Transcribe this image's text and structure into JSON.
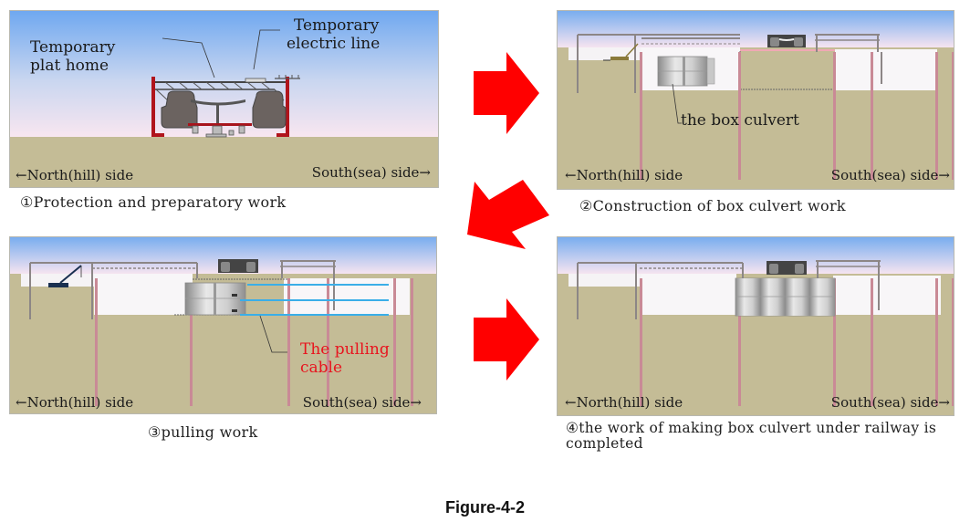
{
  "figure": {
    "title": "Figure-4-2"
  },
  "colors": {
    "arrow": "#ff0000",
    "ground": "#c4bc96",
    "sky_top": "#6fa8f0",
    "sky_bottom": "#f8e6f0",
    "pile": "#c98a96",
    "cable": "#3aaee8",
    "highlight_label": "#e8141e"
  },
  "direction_labels": {
    "north": "←North(hill) side",
    "south": "South(sea) side→"
  },
  "panels": [
    {
      "step": "①",
      "caption": "①Protection and preparatory work",
      "labels": {
        "platform": "Temporary\nplat home",
        "platform_line1": "Temporary",
        "platform_line2": "plat home",
        "electric_line1": "Temporary",
        "electric_line2": "electric line"
      }
    },
    {
      "step": "②",
      "caption": "②Construction of  box culvert work",
      "labels": {
        "culvert": "the box culvert"
      }
    },
    {
      "step": "③",
      "caption": "③pulling work",
      "labels": {
        "cable_line1": "The pulling",
        "cable_line2": "cable"
      }
    },
    {
      "step": "④",
      "caption": "④the work of  making box culvert under railway is completed"
    }
  ],
  "arrows": [
    {
      "from": "step-1",
      "to": "step-2",
      "direction": "right"
    },
    {
      "from": "step-2",
      "to": "step-3",
      "direction": "down-left"
    },
    {
      "from": "step-3",
      "to": "step-4",
      "direction": "right"
    }
  ]
}
